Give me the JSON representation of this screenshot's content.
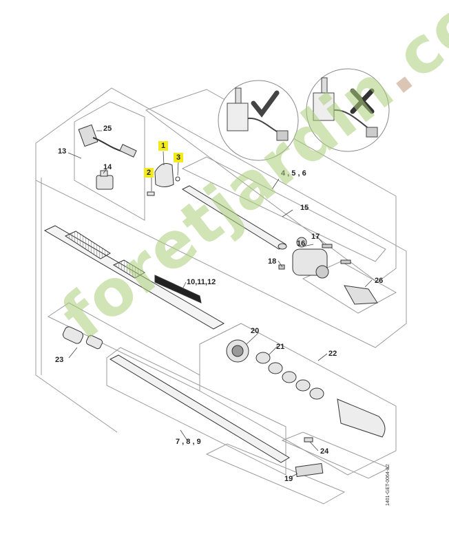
{
  "callouts": {
    "c1": "1",
    "c2": "2",
    "c3": "3",
    "c4": "4 , 5 , 6",
    "c7": "7 , 8 , 9",
    "c10": "10,11,12",
    "c13": "13",
    "c14": "14",
    "c15": "15",
    "c16": "16",
    "c17": "17",
    "c18": "18",
    "c19": "19",
    "c20": "20",
    "c21": "21",
    "c22": "22",
    "c23": "23",
    "c24": "24",
    "c25": "25",
    "c26": "26"
  },
  "highlight_color": "#f3ea1c",
  "watermark": {
    "text_main": "foretjardin",
    "dot": ".",
    "text_end": "com"
  },
  "reference_code": "1401-GET-0064-A2",
  "icons": {
    "correct": "check-mark-icon",
    "incorrect": "cross-mark-icon"
  }
}
